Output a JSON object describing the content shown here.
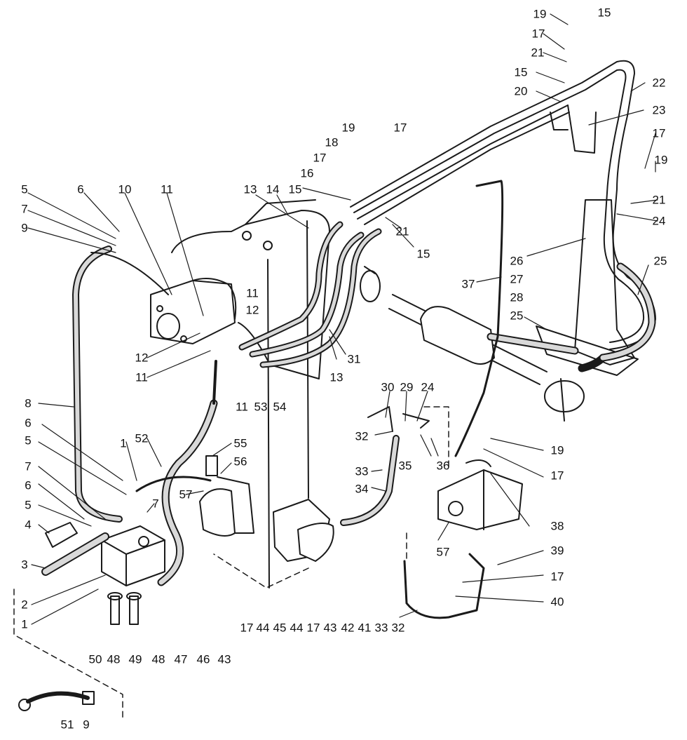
{
  "diagram": {
    "colors": {
      "ink": "#1a1a1a",
      "hose_fill": "#d9d9d9",
      "paper": "#ffffff"
    },
    "callouts": [
      {
        "id": "c1",
        "text": "19"
      },
      {
        "id": "c2",
        "text": "15"
      },
      {
        "id": "c3",
        "text": "17"
      },
      {
        "id": "c4",
        "text": "21"
      },
      {
        "id": "c5",
        "text": "22"
      },
      {
        "id": "c6",
        "text": "15"
      },
      {
        "id": "c7",
        "text": "20"
      },
      {
        "id": "c8",
        "text": "23"
      },
      {
        "id": "c9",
        "text": "19"
      },
      {
        "id": "c10",
        "text": "17"
      },
      {
        "id": "c11",
        "text": "18"
      },
      {
        "id": "c12",
        "text": "17"
      },
      {
        "id": "c13",
        "text": "17"
      },
      {
        "id": "c14",
        "text": "19"
      },
      {
        "id": "c15",
        "text": "16"
      },
      {
        "id": "c16",
        "text": "21"
      },
      {
        "id": "c17",
        "text": "24"
      },
      {
        "id": "c18",
        "text": "13"
      },
      {
        "id": "c19",
        "text": "14"
      },
      {
        "id": "c20",
        "text": "15"
      },
      {
        "id": "c21",
        "text": "21"
      },
      {
        "id": "c22",
        "text": "15"
      },
      {
        "id": "c23",
        "text": "5"
      },
      {
        "id": "c24",
        "text": "6"
      },
      {
        "id": "c25",
        "text": "10"
      },
      {
        "id": "c26",
        "text": "11"
      },
      {
        "id": "c27",
        "text": "7"
      },
      {
        "id": "c28",
        "text": "9"
      },
      {
        "id": "c29",
        "text": "26"
      },
      {
        "id": "c30",
        "text": "25"
      },
      {
        "id": "c31",
        "text": "37"
      },
      {
        "id": "c32",
        "text": "27"
      },
      {
        "id": "c33",
        "text": "28"
      },
      {
        "id": "c34",
        "text": "11"
      },
      {
        "id": "c35",
        "text": "12"
      },
      {
        "id": "c36",
        "text": "25"
      },
      {
        "id": "c37",
        "text": "12"
      },
      {
        "id": "c38",
        "text": "31"
      },
      {
        "id": "c39",
        "text": "11"
      },
      {
        "id": "c40",
        "text": "13"
      },
      {
        "id": "c41",
        "text": "11"
      },
      {
        "id": "c42",
        "text": "53"
      },
      {
        "id": "c43",
        "text": "54"
      },
      {
        "id": "c44",
        "text": "30"
      },
      {
        "id": "c45",
        "text": "29"
      },
      {
        "id": "c46",
        "text": "24"
      },
      {
        "id": "c47",
        "text": "8"
      },
      {
        "id": "c48",
        "text": "6"
      },
      {
        "id": "c49",
        "text": "52"
      },
      {
        "id": "c50",
        "text": "55"
      },
      {
        "id": "c51",
        "text": "5"
      },
      {
        "id": "c52",
        "text": "1"
      },
      {
        "id": "c53",
        "text": "56"
      },
      {
        "id": "c54",
        "text": "32"
      },
      {
        "id": "c55",
        "text": "35"
      },
      {
        "id": "c56",
        "text": "36"
      },
      {
        "id": "c57",
        "text": "19"
      },
      {
        "id": "c58",
        "text": "33"
      },
      {
        "id": "c59",
        "text": "17"
      },
      {
        "id": "c60",
        "text": "7"
      },
      {
        "id": "c61",
        "text": "57"
      },
      {
        "id": "c62",
        "text": "34"
      },
      {
        "id": "c63",
        "text": "6"
      },
      {
        "id": "c64",
        "text": "7"
      },
      {
        "id": "c65",
        "text": "5"
      },
      {
        "id": "c66",
        "text": "38"
      },
      {
        "id": "c67",
        "text": "4"
      },
      {
        "id": "c68",
        "text": "57"
      },
      {
        "id": "c69",
        "text": "39"
      },
      {
        "id": "c70",
        "text": "3"
      },
      {
        "id": "c71",
        "text": "17"
      },
      {
        "id": "c72",
        "text": "2"
      },
      {
        "id": "c73",
        "text": "40"
      },
      {
        "id": "c74",
        "text": "1"
      },
      {
        "id": "c75",
        "text": "17"
      },
      {
        "id": "c76",
        "text": "44"
      },
      {
        "id": "c77",
        "text": "45"
      },
      {
        "id": "c78",
        "text": "44"
      },
      {
        "id": "c79",
        "text": "17"
      },
      {
        "id": "c80",
        "text": "43"
      },
      {
        "id": "c81",
        "text": "42"
      },
      {
        "id": "c82",
        "text": "41"
      },
      {
        "id": "c83",
        "text": "33"
      },
      {
        "id": "c84",
        "text": "32"
      },
      {
        "id": "c85",
        "text": "50"
      },
      {
        "id": "c86",
        "text": "48"
      },
      {
        "id": "c87",
        "text": "49"
      },
      {
        "id": "c88",
        "text": "48"
      },
      {
        "id": "c89",
        "text": "47"
      },
      {
        "id": "c90",
        "text": "46"
      },
      {
        "id": "c91",
        "text": "43"
      },
      {
        "id": "c92",
        "text": "51"
      },
      {
        "id": "c93",
        "text": "9"
      }
    ]
  }
}
